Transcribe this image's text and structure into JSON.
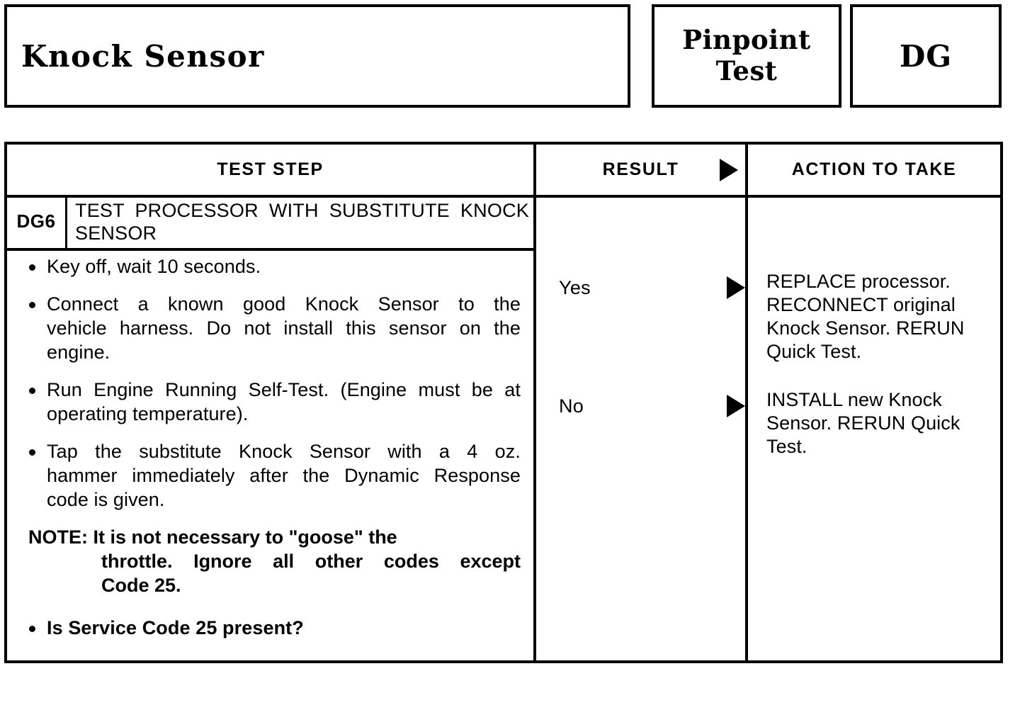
{
  "header": {
    "title": "Knock Sensor",
    "pinpoint_line1": "Pinpoint",
    "pinpoint_line2": "Test",
    "section_code": "DG"
  },
  "table": {
    "columns": {
      "test_step": "TEST STEP",
      "result": "RESULT",
      "action": "ACTION TO TAKE"
    },
    "arrow_icon": "right-triangle-arrow",
    "step": {
      "code": "DG6",
      "title_line1": "TEST PROCESSOR WITH SUBSTITUTE KNOCK",
      "title_line2": "SENSOR"
    },
    "test_step_items": [
      {
        "type": "bullet",
        "bold": false,
        "lines": [
          {
            "text": "Key off, wait 10 seconds.",
            "justify": false
          }
        ]
      },
      {
        "type": "bullet",
        "bold": false,
        "lines": [
          {
            "text": "Connect a known good Knock Sensor to the",
            "justify": true
          },
          {
            "text": "vehicle harness. Do not install this sensor on the",
            "justify": true
          },
          {
            "text": "engine.",
            "justify": false
          }
        ]
      },
      {
        "type": "bullet",
        "bold": false,
        "lines": [
          {
            "text": "Run Engine Running Self-Test. (Engine must be at",
            "justify": true
          },
          {
            "text": "operating temperature).",
            "justify": false
          }
        ]
      },
      {
        "type": "bullet",
        "bold": false,
        "lines": [
          {
            "text": "Tap the substitute Knock Sensor with a 4 oz.",
            "justify": true
          },
          {
            "text": "hammer immediately after the Dynamic Response",
            "justify": true
          },
          {
            "text": "code is given.",
            "justify": false
          }
        ]
      }
    ],
    "note": {
      "line1": "NOTE: It is not necessary to \"goose\" the",
      "line2": "throttle. Ignore all other codes except",
      "line3": "Code 25."
    },
    "final_question": "Is Service Code 25 present?",
    "results": [
      {
        "label": "Yes",
        "action_lines": [
          "REPLACE processor.",
          "RECONNECT original",
          "Knock Sensor. RERUN",
          "Quick Test."
        ]
      },
      {
        "label": "No",
        "action_lines": [
          "INSTALL new Knock",
          "Sensor. RERUN Quick",
          "Test."
        ]
      }
    ]
  },
  "colors": {
    "ink": "#000000",
    "paper": "#ffffff"
  }
}
